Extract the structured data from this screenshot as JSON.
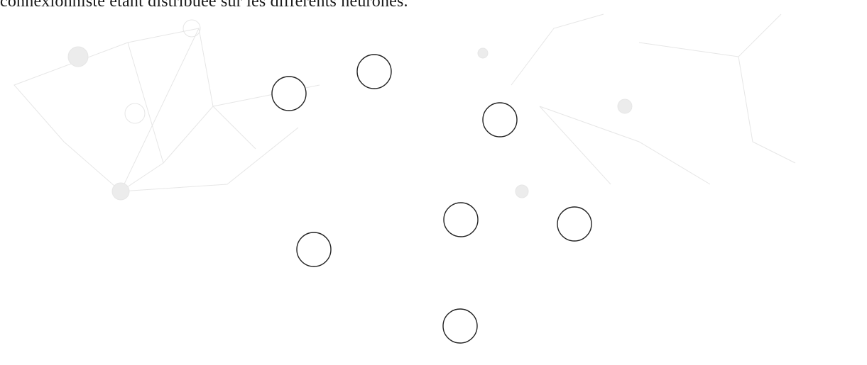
{
  "caption": "connexionniste étant distribuée sur les différents neurones.",
  "diagram": {
    "neurons": [
      {
        "id": "n1"
      },
      {
        "id": "n2"
      },
      {
        "id": "n3"
      },
      {
        "id": "n4"
      },
      {
        "id": "n5"
      },
      {
        "id": "n6"
      },
      {
        "id": "n7"
      }
    ]
  },
  "colors": {
    "stroke": "#222222",
    "background": "#ffffff"
  }
}
